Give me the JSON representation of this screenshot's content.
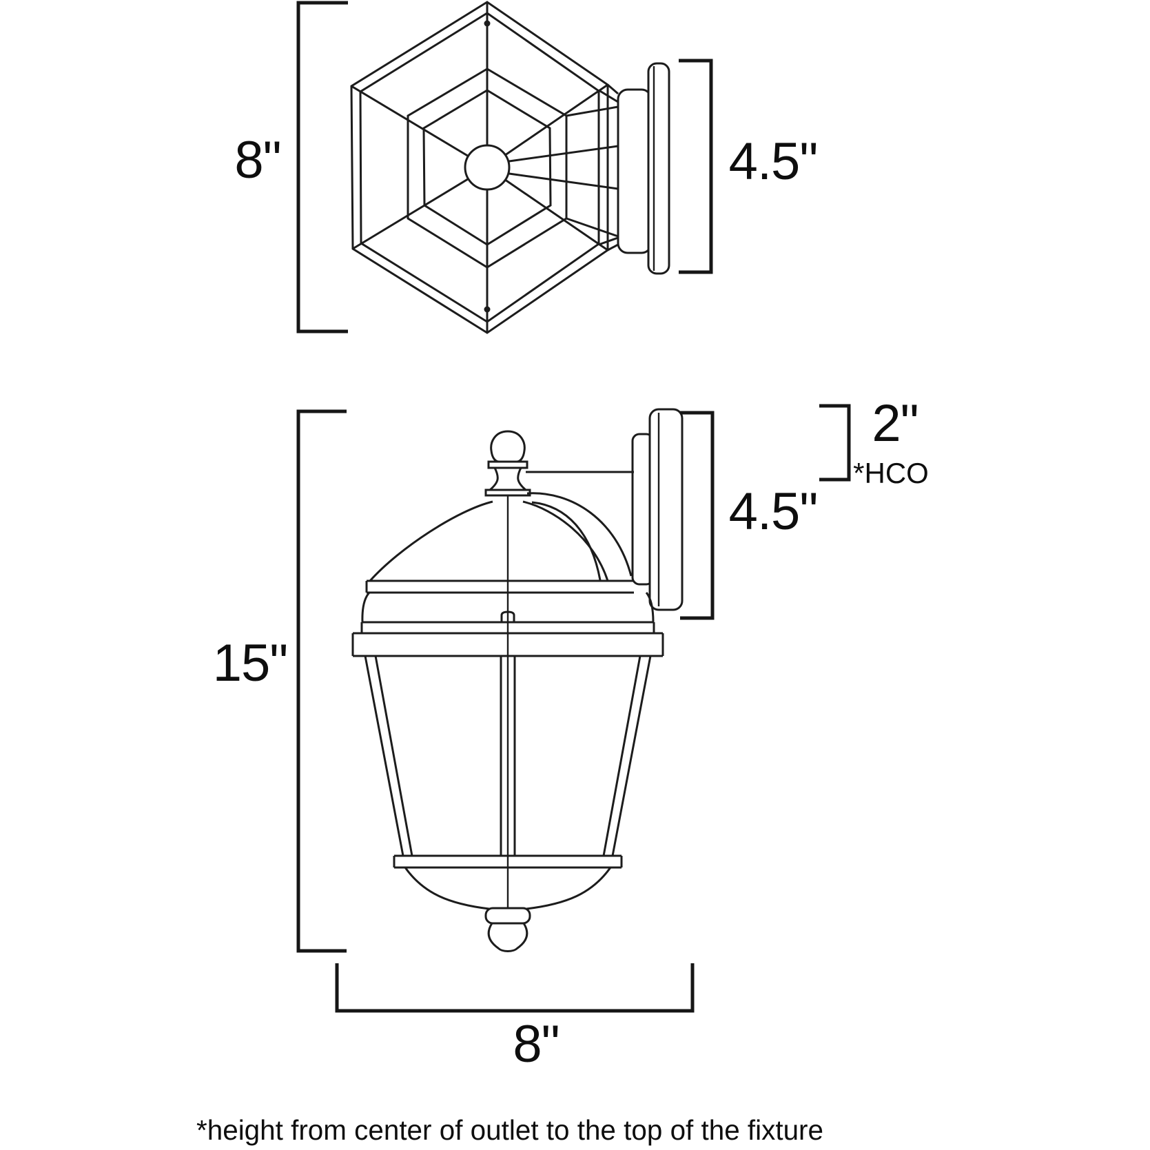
{
  "diagram": {
    "line_color": "#1c1c1c",
    "background_color": "#ffffff",
    "top_view": {
      "height_label": "8\"",
      "depth_label": "4.5\""
    },
    "side_view": {
      "height_label": "15\"",
      "outlet_to_top_label": "2\"",
      "outlet_note_label": "*HCO",
      "backplate_height_label": "4.5\"",
      "width_label": "8\""
    },
    "footnote": "*height from center of outlet to the top of the fixture"
  }
}
